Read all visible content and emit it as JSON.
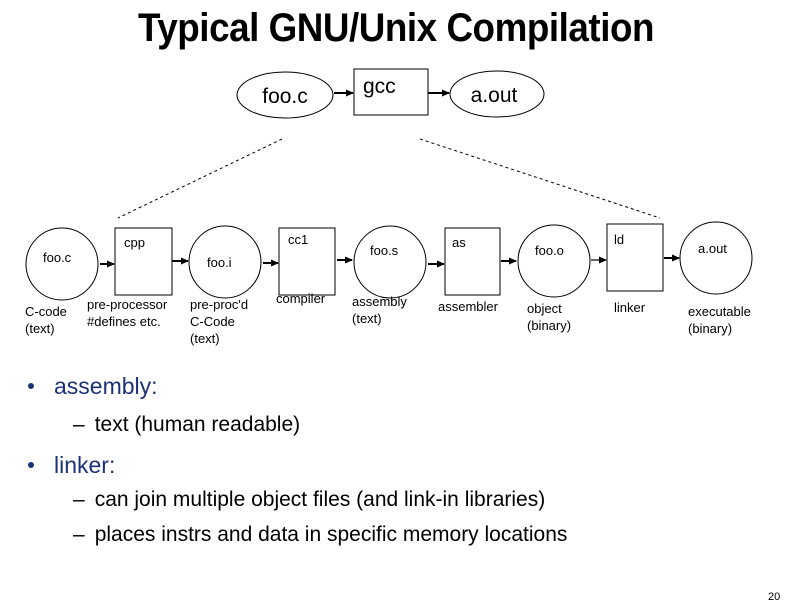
{
  "title": "Typical GNU/Unix Compilation",
  "overview": {
    "input": "foo.c",
    "tool": "gcc",
    "output": "a.out"
  },
  "pipeline": {
    "files": [
      {
        "name": "foo.c",
        "caption": [
          "C-code",
          "(text)"
        ]
      },
      {
        "name": "foo.i",
        "caption": [
          "pre-proc'd",
          "C-Code",
          "(text)"
        ]
      },
      {
        "name": "foo.s",
        "caption": [
          "assembly",
          "(text)"
        ]
      },
      {
        "name": "foo.o",
        "caption": [
          "object",
          "(binary)"
        ]
      },
      {
        "name": "a.out",
        "caption": [
          "executable",
          "(binary)"
        ]
      }
    ],
    "tools": [
      {
        "name": "cpp",
        "caption": [
          "pre-processor",
          "#defines etc."
        ]
      },
      {
        "name": "cc1",
        "caption": [
          "compiler"
        ]
      },
      {
        "name": "as",
        "caption": [
          "assembler"
        ]
      },
      {
        "name": "ld",
        "caption": [
          "linker"
        ]
      }
    ]
  },
  "bullets": [
    {
      "text": "assembly:",
      "subs": [
        "text (human readable)"
      ]
    },
    {
      "text": "linker:",
      "subs": [
        "can join multiple object files (and link-in libraries)",
        "places instrs and data in specific memory locations"
      ]
    }
  ],
  "sub_bullet_marker": "–",
  "page_number": "20",
  "colors": {
    "bullet_text": "#1c3278",
    "line": "#000000"
  }
}
